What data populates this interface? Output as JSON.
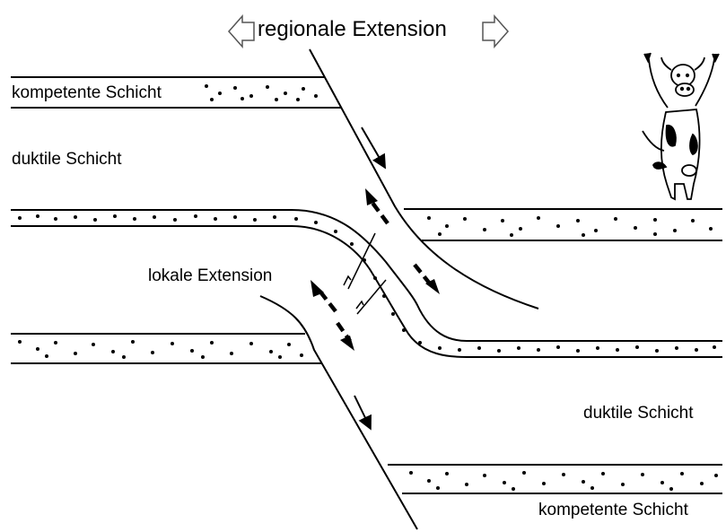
{
  "title": "regionale Extension",
  "labels": {
    "competent_top": "kompetente Schicht",
    "ductile_top": "duktile Schicht",
    "local_extension": "lokale Extension",
    "ductile_bottom": "duktile Schicht",
    "competent_bottom": "kompetente Schicht"
  },
  "colors": {
    "line": "#000000",
    "background": "#ffffff",
    "arrow_outline": "#555555"
  },
  "icons": [
    "extension-arrow-left-icon",
    "extension-arrow-right-icon",
    "cow-icon"
  ]
}
